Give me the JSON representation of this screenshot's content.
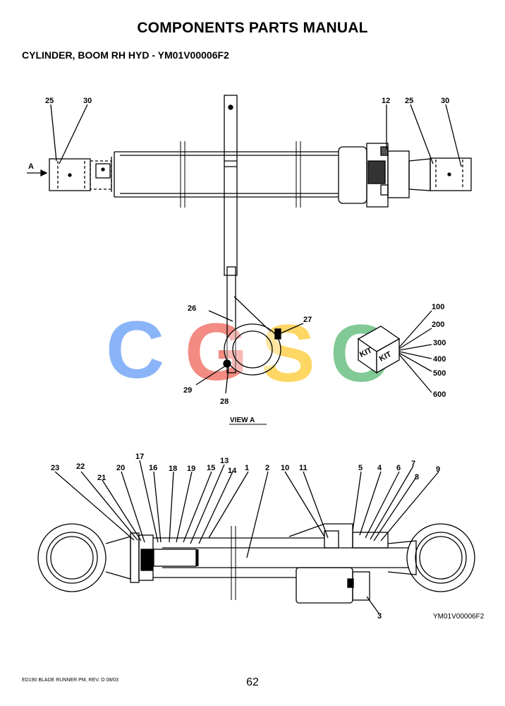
{
  "header": {
    "title": "COMPONENTS PARTS MANUAL",
    "subtitle": "CYLINDER, BOOM RH HYD - YM01V00006F2"
  },
  "top_view": {
    "arrow_label": "A",
    "callouts": [
      "25",
      "30",
      "12",
      "25",
      "30"
    ]
  },
  "view_a": {
    "label": "VIEW   A",
    "kit_text": "KIT",
    "callouts": [
      "26",
      "27",
      "29",
      "28"
    ],
    "kit_callouts": [
      "100",
      "200",
      "300",
      "400",
      "500",
      "600"
    ]
  },
  "watermark": {
    "letters": [
      "C",
      "G",
      "S",
      "C"
    ],
    "colors": [
      "#8ab4f8",
      "#f28b82",
      "#fdd663",
      "#81c995"
    ]
  },
  "section_view": {
    "callouts": [
      "17",
      "13",
      "23",
      "22",
      "20",
      "16",
      "18",
      "19",
      "15",
      "14",
      "1",
      "2",
      "10",
      "11",
      "5",
      "4",
      "6",
      "7",
      "8",
      "9",
      "21",
      "3"
    ],
    "ref_number": "YM01V00006F2"
  },
  "footer": {
    "doc_ref": "ED190 BLADE RUNNER PM, REV. O  08/03",
    "page_number": "62"
  }
}
